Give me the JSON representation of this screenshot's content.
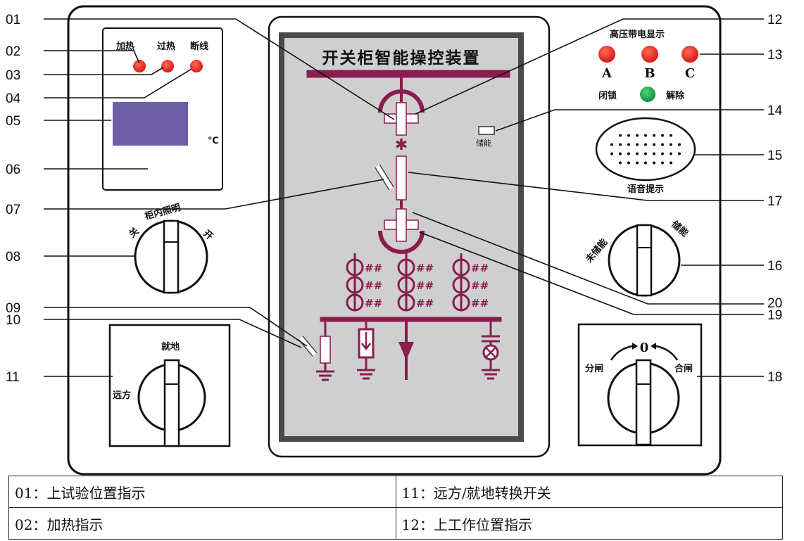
{
  "numbers": {
    "n01": "01",
    "n02": "02",
    "n03": "03",
    "n04": "04",
    "n05": "05",
    "n06": "06",
    "n07": "07",
    "n08": "08",
    "n09": "09",
    "n10": "10",
    "n11": "11",
    "n12": "12",
    "n13": "13",
    "n14": "14",
    "n15": "15",
    "n16": "16",
    "n17": "17",
    "n18": "18",
    "n19": "19",
    "n20": "20"
  },
  "panel": {
    "title": "开关柜智能操控装置",
    "temp_box": {
      "heat_label": "加热",
      "overheat_label": "过热",
      "break_label": "断线",
      "unit": "℃"
    },
    "hv_display": {
      "title": "高压带电显示",
      "phase_a": "A",
      "phase_b": "B",
      "phase_c": "C",
      "lock_label": "闭锁",
      "release_label": "解除"
    },
    "energy_label": "储能",
    "voice_label": "语音提示",
    "light_switch": {
      "off_label": "关",
      "name": "柜内照明",
      "on_label": "开"
    },
    "storage_switch": {
      "off_label": "未储能",
      "on_label": "储能"
    },
    "remote_local": {
      "local_label": "就地",
      "remote_label": "远方"
    },
    "breaker_switch": {
      "zero_label": "0",
      "open_label": "分闸",
      "close_label": "合闸"
    }
  },
  "legend": {
    "row1_left": "01：上试验位置指示",
    "row1_right": "11：远方/就地转换开关",
    "row2_left": "02：加热指示",
    "row2_right": "12：上工作位置指示"
  },
  "colors": {
    "indicator_red": "#e8201a",
    "indicator_green": "#19a84a",
    "lcd_purple": "#6e5fa8",
    "busbar": "#8a1c4f",
    "screen_bg": "#cfcfcf"
  }
}
